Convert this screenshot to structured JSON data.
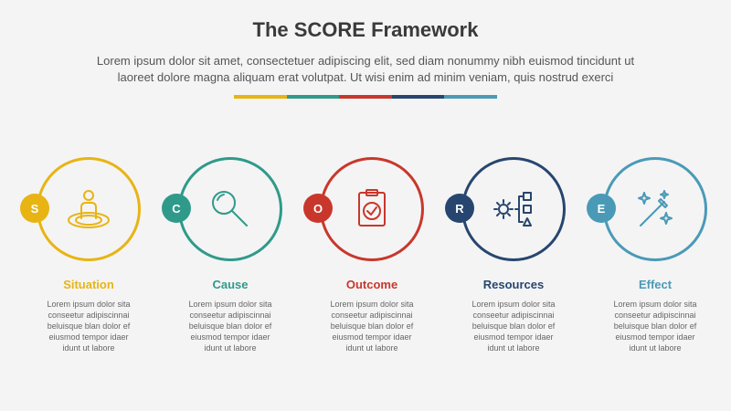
{
  "title": "The SCORE Framework",
  "intro_lines": [
    "Lorem ipsum dolor sit amet, consectetuer adipiscing elit, sed diam nonummy nibh euismod tincidunt ut",
    "laoreet dolore magna aliquam erat volutpat. Ut wisi enim ad minim veniam, quis nostrud exerci"
  ],
  "accent_colors": [
    "#e8b414",
    "#2f9a8a",
    "#c9372c",
    "#27466f",
    "#4a9ab7"
  ],
  "steps": [
    {
      "letter": "S",
      "title": "Situation",
      "color": "#e8b414",
      "icon": "person-on-target-icon",
      "desc_lines": [
        "Lorem ipsum dolor sita",
        "conseetur adipiscinnai",
        "beluisque blan dolor ef",
        "eiusmod tempor idaer",
        "idunt ut labore"
      ]
    },
    {
      "letter": "C",
      "title": "Cause",
      "color": "#2f9a8a",
      "icon": "magnifier-icon",
      "desc_lines": [
        "Lorem ipsum dolor sita",
        "conseetur adipiscinnai",
        "beluisque blan dolor ef",
        "eiusmod tempor idaer",
        "idunt ut labore"
      ]
    },
    {
      "letter": "O",
      "title": "Outcome",
      "color": "#c9372c",
      "icon": "clipboard-check-icon",
      "desc_lines": [
        "Lorem ipsum dolor sita",
        "conseetur adipiscinnai",
        "beluisque blan dolor ef",
        "eiusmod tempor idaer",
        "idunt ut labore"
      ]
    },
    {
      "letter": "R",
      "title": "Resources",
      "color": "#27466f",
      "icon": "gear-hierarchy-icon",
      "desc_lines": [
        "Lorem ipsum dolor sita",
        "conseetur adipiscinnai",
        "beluisque blan dolor ef",
        "eiusmod tempor idaer",
        "idunt ut labore"
      ]
    },
    {
      "letter": "E",
      "title": "Effect",
      "color": "#4a9ab7",
      "icon": "magic-wand-icon",
      "desc_lines": [
        "Lorem ipsum dolor sita",
        "conseetur adipiscinnai",
        "beluisque blan dolor ef",
        "eiusmod tempor idaer",
        "idunt ut labore"
      ]
    }
  ]
}
